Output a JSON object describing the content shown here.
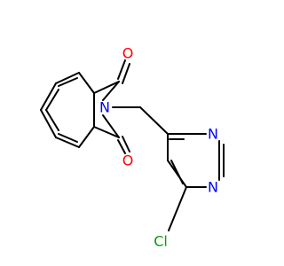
{
  "molecule": {
    "atoms": {
      "o_top": {
        "label": "O"
      },
      "n_imide": {
        "label": "N"
      },
      "o_bottom": {
        "label": "O"
      },
      "n_pyr_1": {
        "label": "N"
      },
      "n_pyr_3": {
        "label": "N"
      },
      "cl": {
        "label": "Cl"
      }
    }
  },
  "colors": {
    "bond": "#000000",
    "oxygen": "#ff0000",
    "nitrogen": "#0000ff",
    "chlorine": "#00a000"
  }
}
